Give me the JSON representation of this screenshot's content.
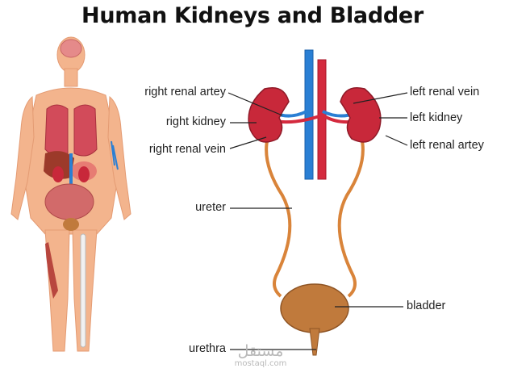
{
  "title": "Human Kidneys and Bladder",
  "labels": {
    "right_renal_artery": "right renal artey",
    "right_kidney": "right kidney",
    "right_renal_vein": "right renal vein",
    "left_renal_vein": "left renal vein",
    "left_kidney": "left kidney",
    "left_renal_artery": "left renal artey",
    "ureter": "ureter",
    "bladder": "bladder",
    "urethra": "urethra"
  },
  "watermark": {
    "arabic": "مستقل",
    "latin": "mostaql.com"
  },
  "colors": {
    "kidney": "#c8283a",
    "vein": "#2a7fd4",
    "artery": "#d42a3e",
    "ureter": "#d9843a",
    "bladder": "#c07a3c",
    "skin": "#f3b48d"
  }
}
